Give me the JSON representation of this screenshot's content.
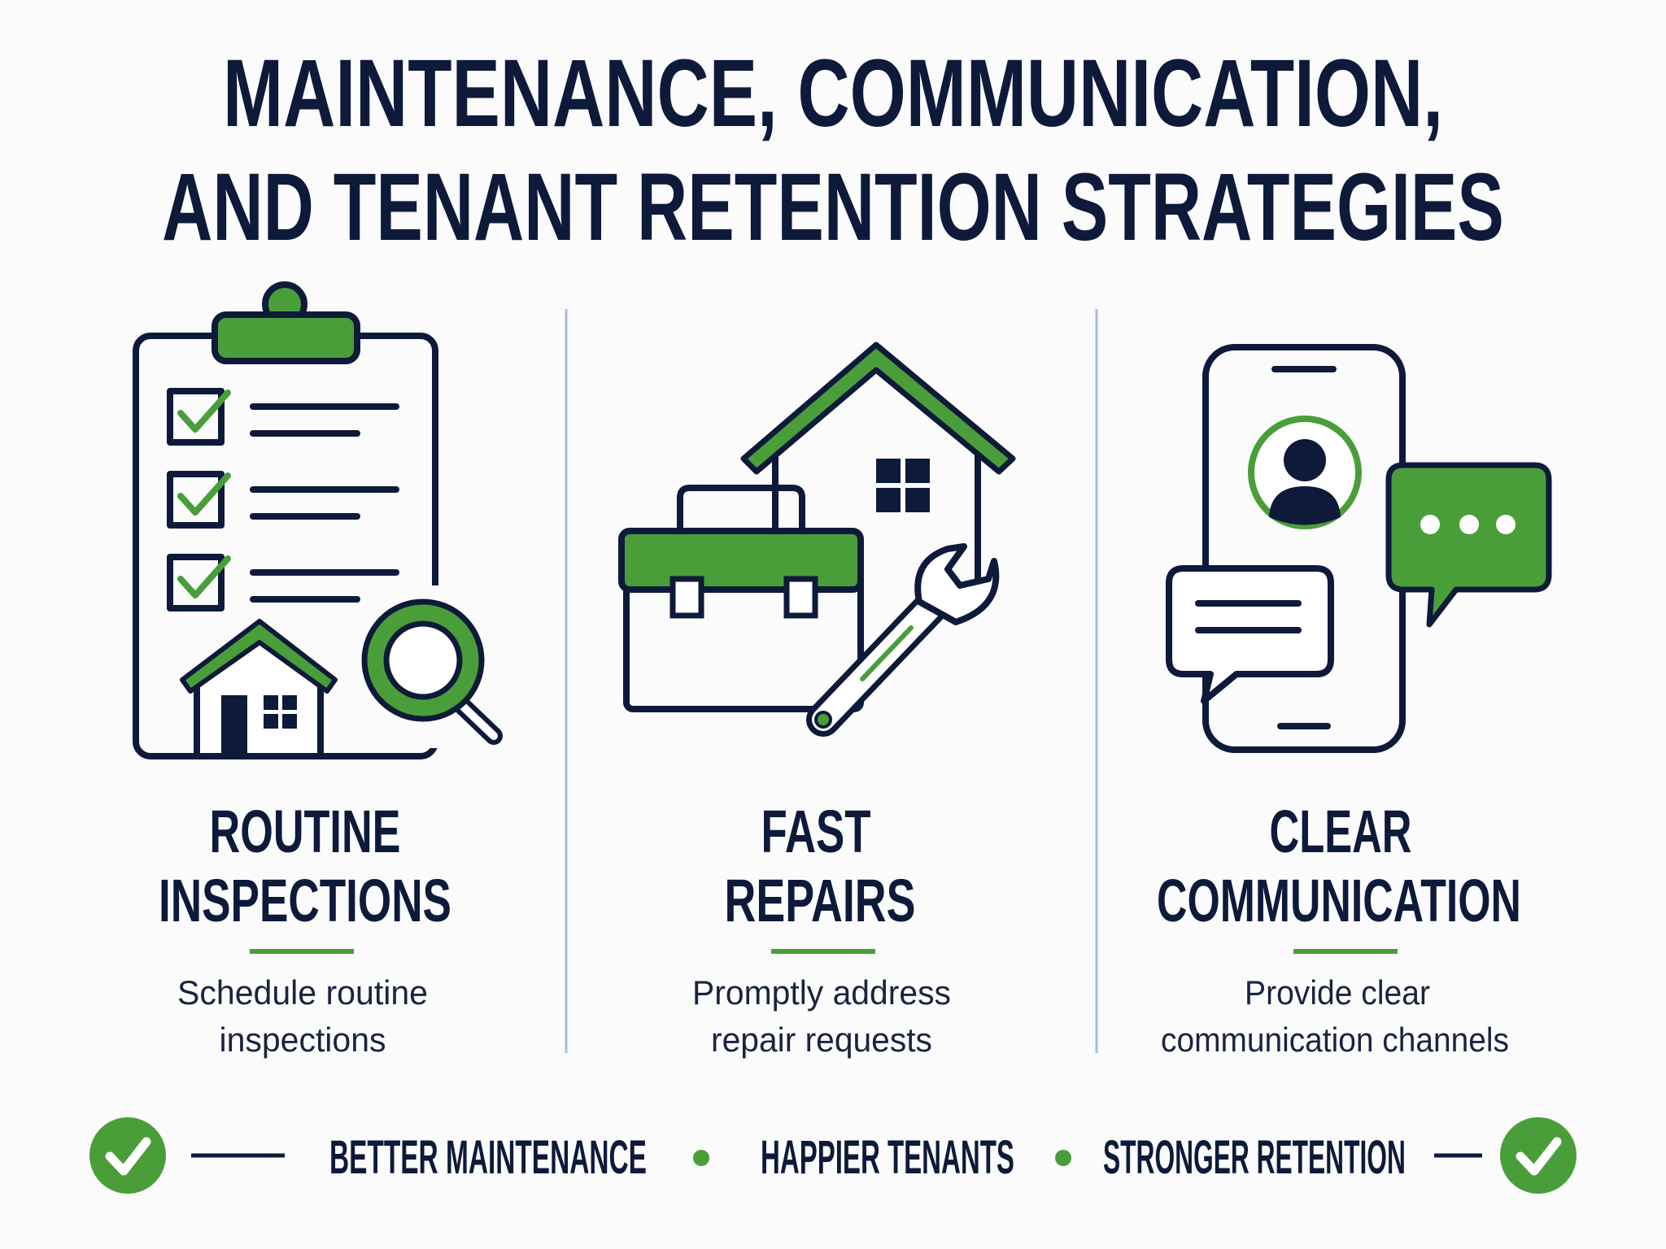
{
  "title": {
    "line1": "MAINTENANCE, COMMUNICATION,",
    "line2": "AND TENANT RETENTION STRATEGIES"
  },
  "colors": {
    "navy": "#0d1a3a",
    "green": "#4a9e3a",
    "divider": "#a9bedb"
  },
  "columns": [
    {
      "icon": "clipboard-inspection-icon",
      "heading1": "ROUTINE",
      "heading2": "INSPECTIONS",
      "desc1": "Schedule routine",
      "desc2": "inspections"
    },
    {
      "icon": "toolbox-house-wrench-icon",
      "heading1": "FAST",
      "heading2": "REPAIRS",
      "desc1": "Promptly address",
      "desc2": "repair requests"
    },
    {
      "icon": "phone-chat-icon",
      "heading1": "CLEAR",
      "heading2": "COMMUNICATION",
      "desc1": "Provide clear",
      "desc2": "communication channels"
    }
  ],
  "footer": {
    "items": [
      "BETTER MAINTENANCE",
      "HAPPIER TENANTS",
      "STRONGER RETENTION"
    ],
    "left_icon": "check-circle-icon",
    "right_icon": "check-circle-icon"
  }
}
